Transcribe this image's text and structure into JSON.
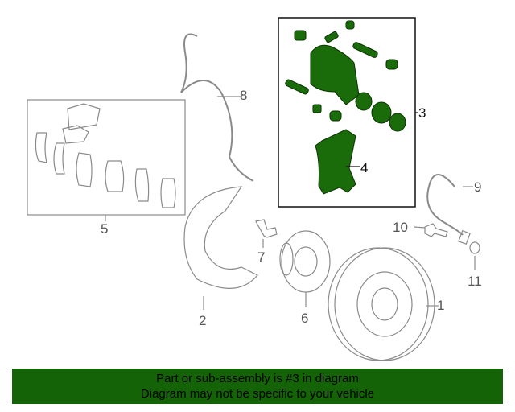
{
  "callouts": {
    "c1": "1",
    "c2": "2",
    "c3": "3",
    "c4": "4",
    "c5": "5",
    "c6": "6",
    "c7": "7",
    "c8": "8",
    "c9": "9",
    "c10": "10",
    "c11": "11"
  },
  "banner": {
    "line1": "Part or sub-assembly is #3 in diagram",
    "line2": "Diagram may not be specific to your vehicle"
  },
  "colors": {
    "highlight": "#1a6b0a",
    "banner": "#146306",
    "line": "#8a8a8a"
  }
}
